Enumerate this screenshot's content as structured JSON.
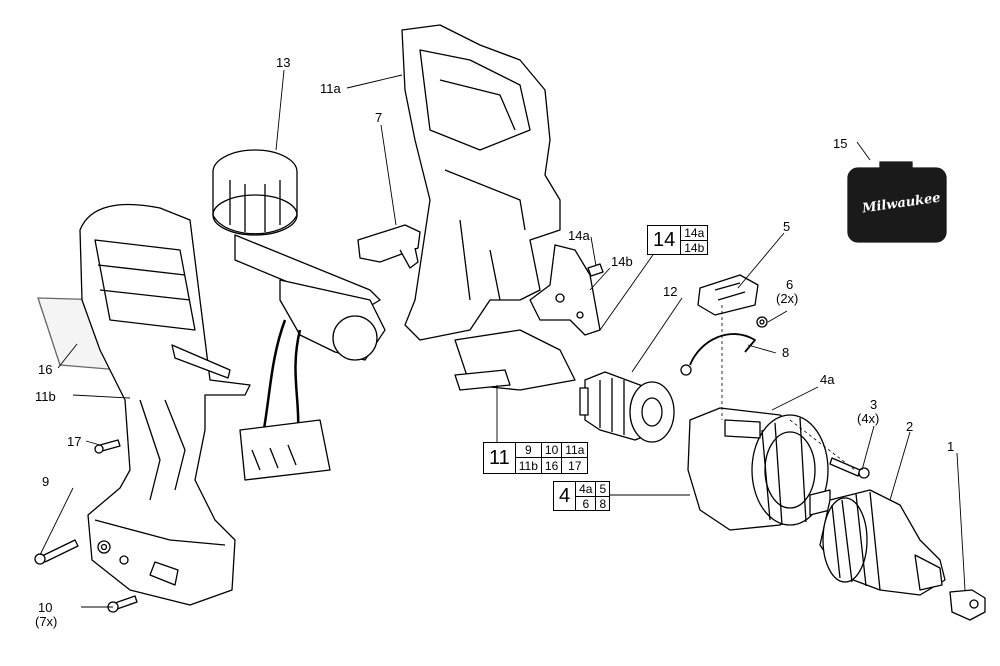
{
  "callouts": {
    "c1": "1",
    "c2": "2",
    "c3": "3",
    "c3q": "(4x)",
    "c4a": "4a",
    "c5": "5",
    "c6": "6",
    "c6q": "(2x)",
    "c7": "7",
    "c8": "8",
    "c9": "9",
    "c10": "10",
    "c10q": "(7x)",
    "c11a": "11a",
    "c11b": "11b",
    "c12": "12",
    "c13": "13",
    "c14a": "14a",
    "c14b": "14b",
    "c15": "15",
    "c16": "16",
    "c17": "17"
  },
  "ref_boxes": {
    "box14": {
      "main": "14",
      "cells": [
        "14a",
        "14b"
      ]
    },
    "box11": {
      "main": "11",
      "cells": [
        "9",
        "10",
        "11a",
        "11b",
        "16",
        "17"
      ]
    },
    "box4": {
      "main": "4",
      "cells": [
        "4a",
        "5",
        "6",
        "8"
      ]
    }
  },
  "case_logo": "Milwaukee"
}
